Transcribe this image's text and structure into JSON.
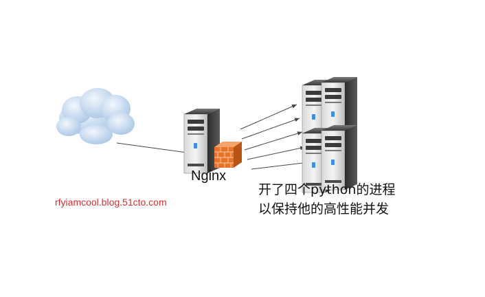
{
  "labels": {
    "proxy_name": "Nginx",
    "watermark": "rfyiamcool.blog.51cto.com",
    "caption_line1": "开了四个python的进程",
    "caption_line2": "以保持他的高性能并发"
  },
  "icons": {
    "internet": "cloud-icon",
    "proxy": "server-icon",
    "firewall": "firewall-icon",
    "backends": [
      "server-icon",
      "server-icon",
      "server-icon",
      "server-icon"
    ]
  },
  "colors": {
    "cloud": "#c9ddf0",
    "server_body": "#4a4a4a",
    "firewall": "#e8742a",
    "watermark": "#d83030",
    "connector": "#444444"
  }
}
